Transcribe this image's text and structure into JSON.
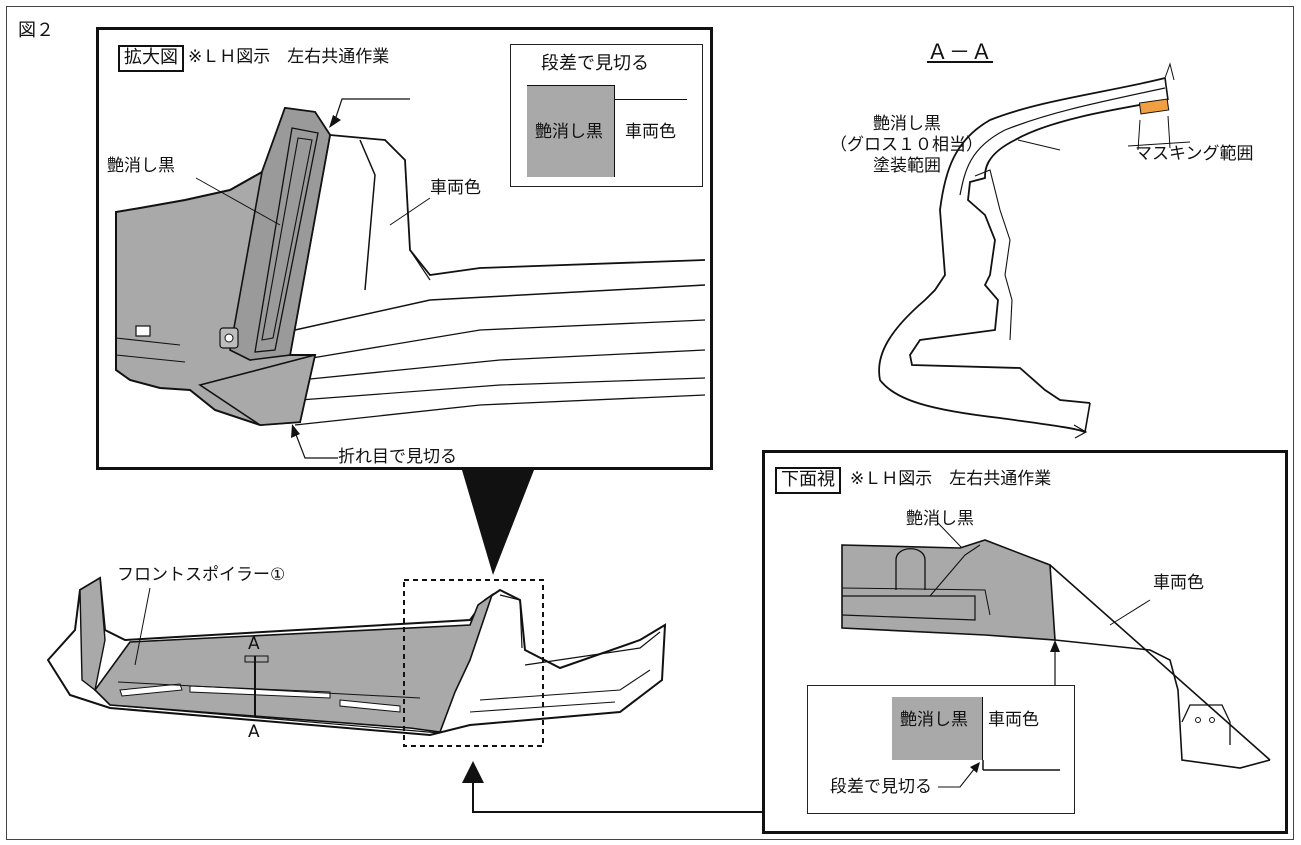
{
  "figure": {
    "label": "図２",
    "main_part_label": "フロントスポイラー①",
    "section_marker": "A",
    "colors": {
      "matte_black": "#a9a9a9",
      "masking": "#f0a040",
      "line": "#111111"
    }
  },
  "enlarged_view": {
    "title_boxed": "拡大図",
    "title_note": "※ＬＨ図示　左右共通作業",
    "label_black": "艶消し黒",
    "label_body": "車両色",
    "label_fold": "折れ目で見切る",
    "step_inset": {
      "title": "段差で見切る",
      "black": "艶消し黒",
      "body": "車両色"
    }
  },
  "section_view": {
    "title": "Ａ－Ａ",
    "label_line1": "艶消し黒",
    "label_line2": "（グロス１０相当）",
    "label_line3": "塗装範囲",
    "masking_label": "マスキング範囲"
  },
  "bottom_view": {
    "title_boxed": "下面視",
    "title_note": "※ＬＨ図示　左右共通作業",
    "label_black": "艶消し黒",
    "label_body": "車両色",
    "step_inset": {
      "black": "艶消し黒",
      "body": "車両色",
      "caption": "段差で見切る"
    }
  }
}
